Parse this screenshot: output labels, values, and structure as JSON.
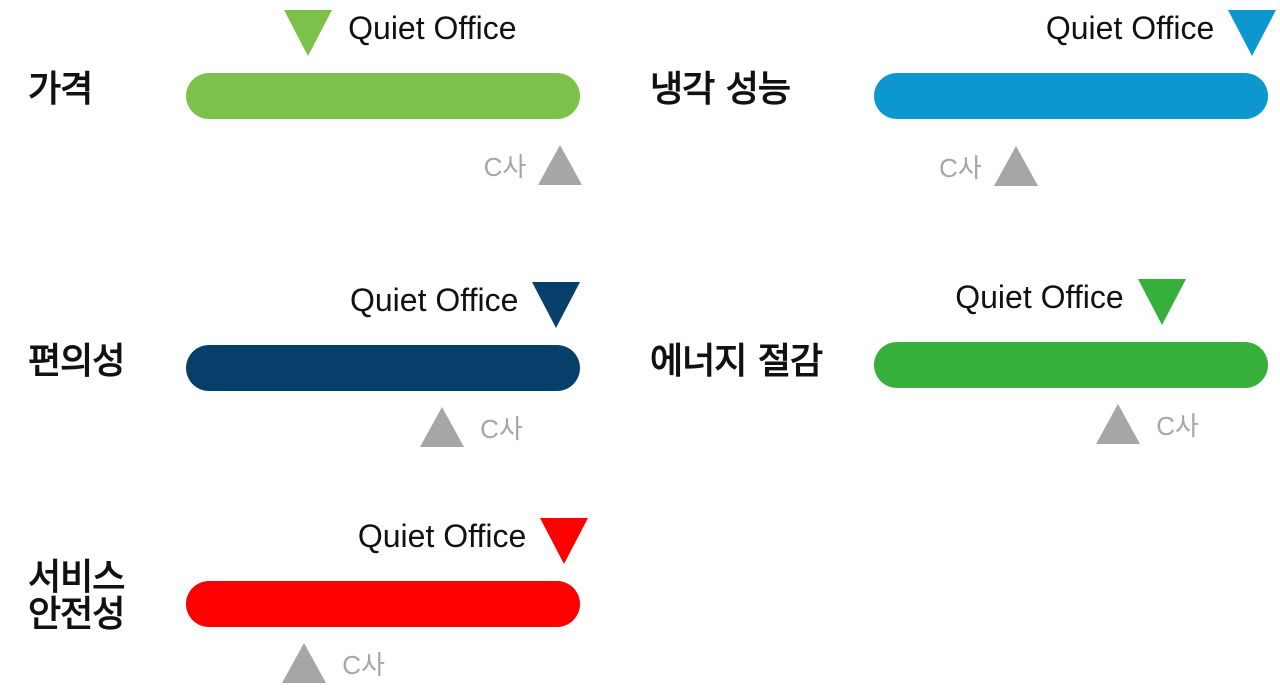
{
  "chart_data": {
    "type": "bar",
    "value_scale": [
      0,
      1
    ],
    "series": [
      {
        "name": "Quiet Office"
      },
      {
        "name": "C사"
      }
    ],
    "items": [
      {
        "key": "price",
        "label": "가격",
        "color": "#7cc24a",
        "qo_value": 0.31,
        "c_value": 0.95
      },
      {
        "key": "cooling",
        "label": "냉각 성능",
        "color": "#0d97cf",
        "qo_value": 0.96,
        "c_value": 0.36
      },
      {
        "key": "convenience",
        "label": "편의성",
        "color": "#073f6b",
        "qo_value": 0.94,
        "c_value": 0.65
      },
      {
        "key": "energy",
        "label": "에너지 절감",
        "color": "#36b03a",
        "qo_value": 0.73,
        "c_value": 0.62
      },
      {
        "key": "service",
        "label": "서비스\n안전성",
        "color": "#ff0000",
        "qo_value": 0.96,
        "c_value": 0.3
      }
    ]
  }
}
